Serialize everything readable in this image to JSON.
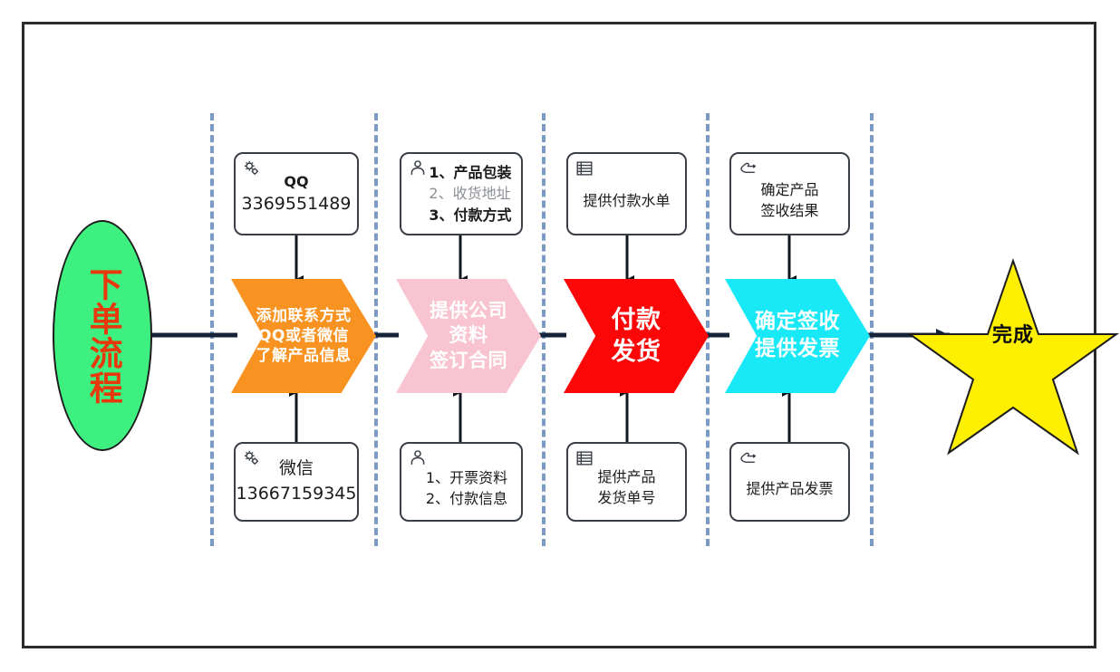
{
  "diagram": {
    "title": "下单流程",
    "start": {
      "label": "下单流程",
      "fill": "#3ef07f",
      "text_color": "#e8380d"
    },
    "finish": {
      "label": "完成",
      "fill": "#ffef00",
      "text_color": "#0b0b0b"
    },
    "colors": {
      "flow_line": "#152238",
      "lane_divider": "#7b9bc4",
      "box_border": "#3a3f47",
      "page_border": "#2b2b2b"
    },
    "stages": [
      {
        "id": "stage-1",
        "chevron": {
          "lines": [
            "添加联系方式",
            "QQ或者微信",
            "了解产品信息"
          ],
          "fill": "#f89220"
        },
        "top_note": {
          "icon": "gears-icon",
          "lines": [
            {
              "text": "QQ",
              "style": "bold"
            },
            {
              "text": "3369551489",
              "style": "big"
            }
          ]
        },
        "bottom_note": {
          "icon": "gears-icon",
          "lines": [
            {
              "text": "微信",
              "style": "big"
            },
            {
              "text": "13667159345",
              "style": "big"
            }
          ]
        }
      },
      {
        "id": "stage-2",
        "chevron": {
          "lines": [
            "提供公司",
            "资料",
            "签订合同"
          ],
          "fill": "#f9c4d2"
        },
        "top_note": {
          "icon": "person-icon",
          "list": true,
          "lines": [
            {
              "text": "1、产品包装",
              "style": "bold"
            },
            {
              "text": "2、收货地址",
              "style": "gray"
            },
            {
              "text": "3、付款方式",
              "style": "bold"
            }
          ]
        },
        "bottom_note": {
          "icon": "person-icon",
          "list": true,
          "lines": [
            {
              "text": "1、开票资料",
              "style": ""
            },
            {
              "text": "2、付款信息",
              "style": ""
            }
          ]
        }
      },
      {
        "id": "stage-3",
        "chevron": {
          "lines": [
            "付款",
            "发货"
          ],
          "fill": "#fb0707"
        },
        "top_note": {
          "icon": "table-list-icon",
          "lines": [
            {
              "text": "提供付款水单",
              "style": ""
            }
          ]
        },
        "bottom_note": {
          "icon": "table-list-icon",
          "lines": [
            {
              "text": "提供产品",
              "style": ""
            },
            {
              "text": "发货单号",
              "style": ""
            }
          ]
        }
      },
      {
        "id": "stage-4",
        "chevron": {
          "lines": [
            "确定签收",
            "提供发票"
          ],
          "fill": "#19e9f7"
        },
        "top_note": {
          "icon": "pointing-hand-icon",
          "lines": [
            {
              "text": "确定产品",
              "style": ""
            },
            {
              "text": "签收结果",
              "style": ""
            }
          ]
        },
        "bottom_note": {
          "icon": "pointing-hand-icon",
          "lines": [
            {
              "text": "提供产品发票",
              "style": ""
            }
          ]
        }
      }
    ]
  }
}
